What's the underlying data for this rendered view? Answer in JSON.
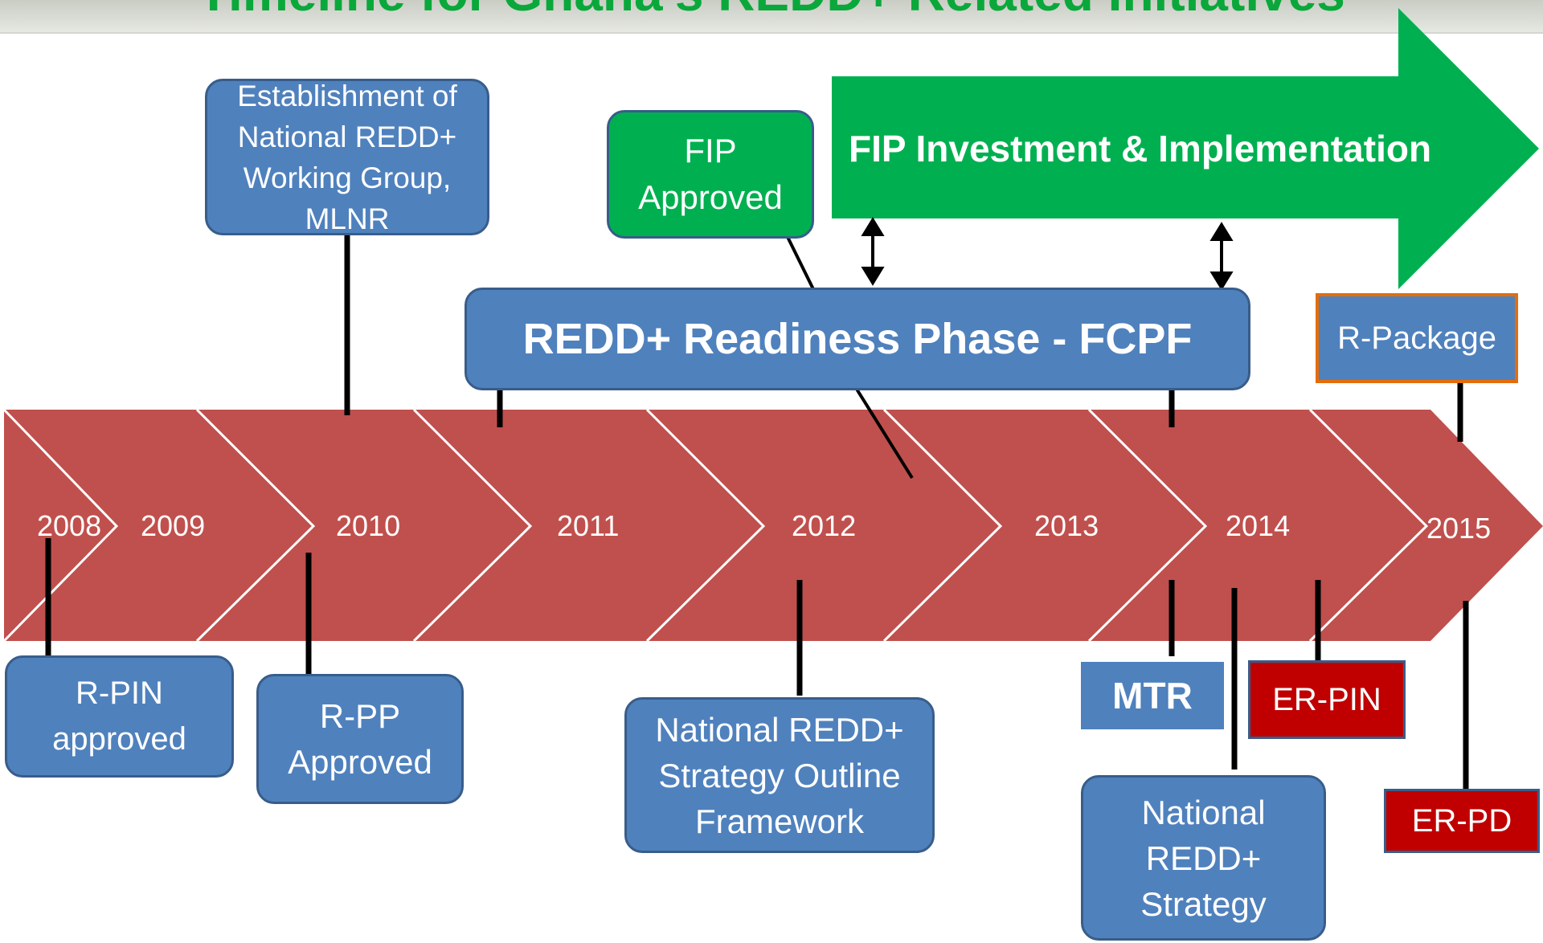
{
  "title": "Timeline for Ghana's REDD+ Related Initiatives",
  "years": [
    "2008",
    "2009",
    "2010",
    "2011",
    "2012",
    "2013",
    "2014",
    "2015"
  ],
  "boxes": {
    "working_group": "Establishment of National REDD+ Working Group, MLNR",
    "fip_approved": "FIP Approved",
    "fip_investment": "FIP Investment & Implementation",
    "readiness_phase": "REDD+ Readiness Phase - FCPF",
    "r_package": "R-Package",
    "r_pin": "R-PIN approved",
    "r_pp": "R-PP Approved",
    "strategy_outline": "National REDD+ Strategy Outline Framework",
    "mtr": "MTR",
    "er_pin": "ER-PIN",
    "er_pd": "ER-PD",
    "national_strategy": "National REDD+ Strategy"
  },
  "colors": {
    "timeline_red": "#c0504d",
    "box_blue": "#4f81bd",
    "box_border": "#385d8a",
    "fip_green": "#00b050",
    "er_red": "#c00000",
    "r_package_border": "#e46c0a",
    "title_green": "#0aa83a"
  }
}
